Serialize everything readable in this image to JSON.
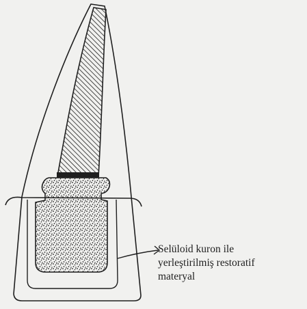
{
  "annotation": {
    "lines": [
      "Selüloid kuron ile",
      "yerleştirilmiş restoratif",
      "materyal"
    ]
  },
  "colors": {
    "background": "#f1f1ef",
    "ink": "#1f1f1f",
    "canal_fill": "#ffffff"
  },
  "icons": {
    "arrow": "arrow-right"
  }
}
